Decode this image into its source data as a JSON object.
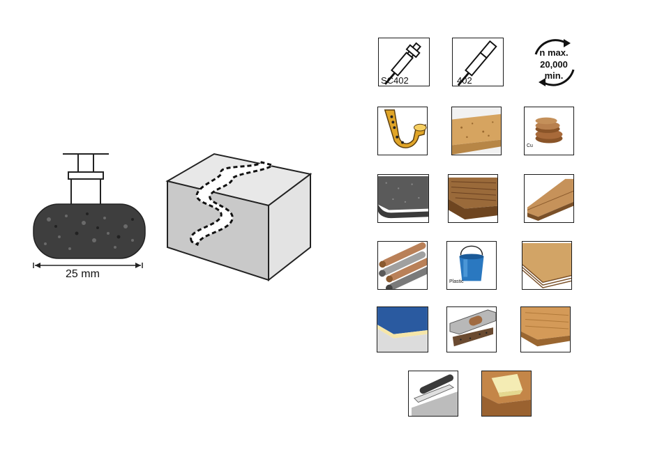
{
  "product": {
    "dimension_label": "25 mm"
  },
  "collets": {
    "sc": {
      "label": "SC402",
      "icon": "ez-lock-mandrel-icon"
    },
    "std": {
      "label": "402",
      "icon": "mandrel-icon"
    }
  },
  "speed": {
    "line1": "n max.",
    "line2": "20,000",
    "line3": "min.",
    "icon": "rotation-arrows-icon"
  },
  "materials": {
    "copper_label": "Cu",
    "plastic_label": "Plastic"
  },
  "colors": {
    "wood": "#c9904f",
    "wood_dark": "#8a5a2c",
    "stone": "#555555",
    "blue": "#2860a8",
    "gold": "#e0a528",
    "copper": "#a86a3a"
  }
}
